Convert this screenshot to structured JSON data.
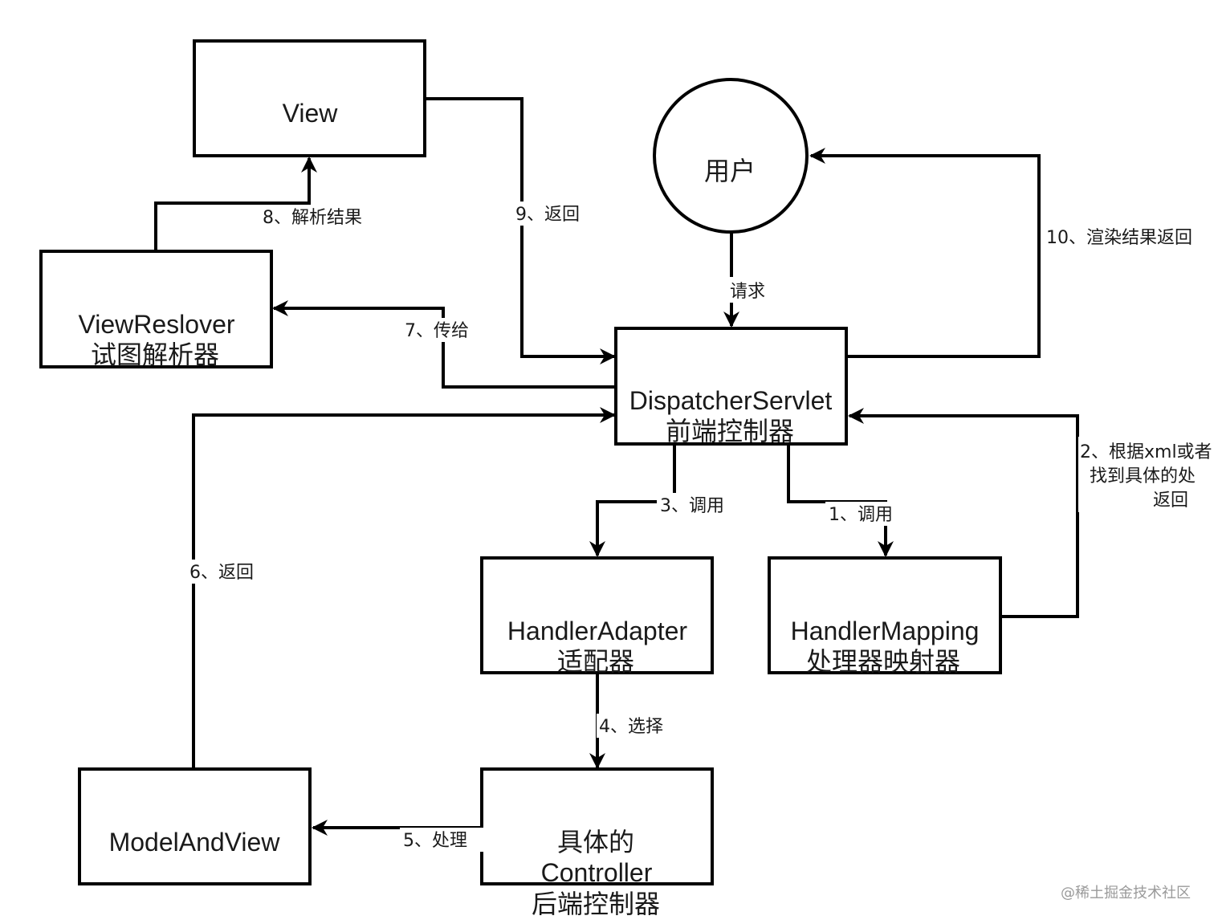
{
  "nodes": {
    "view": {
      "line1": "View"
    },
    "view_resolver": {
      "line1": "ViewReslover",
      "line2": "试图解析器"
    },
    "user": {
      "line1": "用户"
    },
    "dispatcher": {
      "line1": "DispatcherServlet",
      "line2": "前端控制器"
    },
    "handler_adapter": {
      "line1": "HandlerAdapter",
      "line2": "适配器"
    },
    "handler_mapping": {
      "line1": "HandlerMapping",
      "line2": "处理器映射器"
    },
    "model_and_view": {
      "line1": "ModelAndView"
    },
    "controller": {
      "line1": "具体的",
      "line2": "Controller",
      "line3": "后端控制器"
    }
  },
  "edges": {
    "request": "请求",
    "step1": "1、调用",
    "step2": {
      "line1": "2、根据xml或者",
      "line2": "找到具体的处",
      "line3": "返回"
    },
    "step3": "3、调用",
    "step4": "4、选择",
    "step5": "5、处理",
    "step6": "6、返回",
    "step7": "7、传给",
    "step8": "8、解析结果",
    "step9": "9、返回",
    "step10": "10、渲染结果返回"
  },
  "watermark": "@稀土掘金技术社区",
  "colors": {
    "stroke": "#000000",
    "text": "#1a1a1a",
    "watermark": "#9a9a9a",
    "background": "#ffffff"
  }
}
